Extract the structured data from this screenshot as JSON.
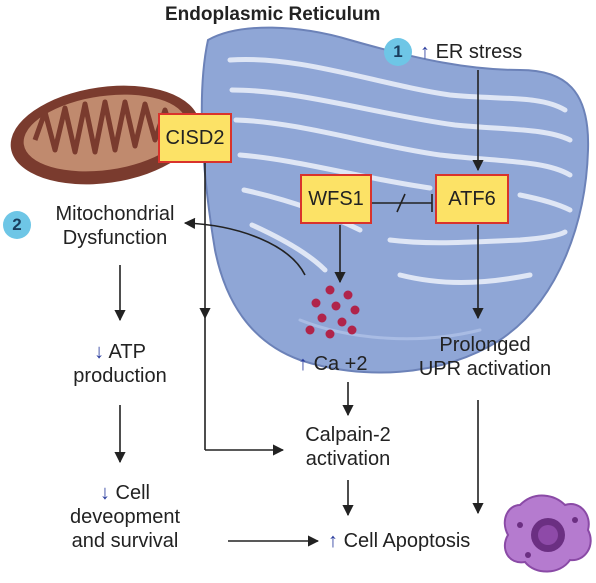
{
  "title": "Endoplasmic Reticulum",
  "nodes": {
    "cisd2": "CISD2",
    "wfs1": "WFS1",
    "atf6": "ATF6",
    "er_stress": "ER stress",
    "mito_dys_1": "Mitochondrial",
    "mito_dys_2": "Dysfunction",
    "atp_1": "ATP",
    "atp_2": "production",
    "ca": "Ca +2",
    "prolonged_1": "Prolonged",
    "prolonged_2": "UPR activation",
    "calpain_1": "Calpain-2",
    "calpain_2": "activation",
    "cell_1": "Cell",
    "cell_2": "deveopment",
    "cell_3": "and survival",
    "apoptosis": "Cell Apoptosis"
  },
  "badges": {
    "one": "1",
    "two": "2"
  },
  "arrows": {
    "up": "↑",
    "down": "↓"
  },
  "colors": {
    "box_fill": "#fce266",
    "box_border": "#d9332c",
    "er": "#8fa6d6",
    "mito": "#8a4a3a",
    "badge": "#6ec6e6",
    "calcium": "#b0244a",
    "cell": "#9a57b8"
  }
}
